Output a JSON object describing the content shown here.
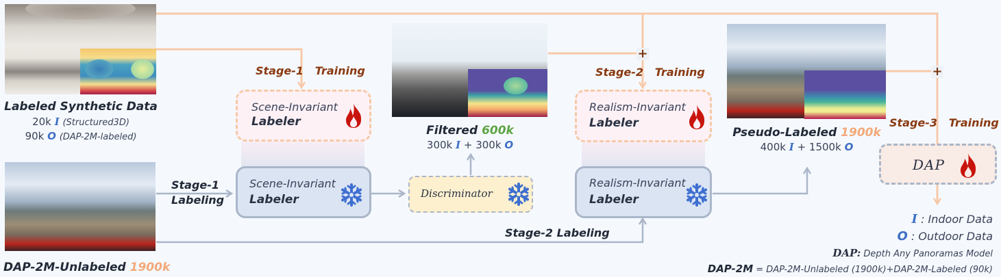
{
  "inputs": {
    "labeled_synthetic": {
      "title": "Labeled Synthetic Data",
      "line1_count": "20k",
      "line1_symbol": "I",
      "line1_note": "(Structured3D)",
      "line2_count": "90k",
      "line2_symbol": "O",
      "line2_note": "(DAP-2M-labeled)"
    },
    "unlabeled": {
      "title": "DAP-2M-Unlabeled",
      "count": "1900k"
    }
  },
  "stages": {
    "stage1_training": {
      "stage": "Stage-1",
      "word": "Training"
    },
    "stage2_training": {
      "stage": "Stage-2",
      "word": "Training"
    },
    "stage3_training": {
      "stage": "Stage-3",
      "word": "Training"
    },
    "stage1_labeling": {
      "line1": "Stage-1",
      "line2": "Labeling"
    },
    "stage2_labeling": {
      "label": "Stage-2 Labeling"
    }
  },
  "modules": {
    "scene_train": {
      "top": "Scene-Invariant",
      "bottom": "Labeler",
      "state": "trainable",
      "icon": "flame-icon"
    },
    "scene_frozen": {
      "top": "Scene-Invariant",
      "bottom": "Labeler",
      "state": "frozen",
      "icon": "snowflake-icon"
    },
    "discriminator": {
      "label": "Discriminator",
      "state": "frozen",
      "icon": "snowflake-icon"
    },
    "realism_train": {
      "top": "Realism-Invariant",
      "bottom": "Labeler",
      "state": "trainable",
      "icon": "flame-icon"
    },
    "realism_frozen": {
      "top": "Realism-Invariant",
      "bottom": "Labeler",
      "state": "frozen",
      "icon": "snowflake-icon"
    },
    "dap": {
      "label": "DAP",
      "state": "trainable",
      "icon": "flame-icon"
    }
  },
  "outputs": {
    "filtered": {
      "title": "Filtered",
      "count": "600k",
      "i_count": "300k",
      "i_symbol": "I",
      "plus": "+",
      "o_count": "300k",
      "o_symbol": "O"
    },
    "pseudo": {
      "title": "Pseudo-Labeled",
      "count": "1900k",
      "i_count": "400k",
      "i_symbol": "I",
      "plus": "+",
      "o_count": "1500k",
      "o_symbol": "O"
    }
  },
  "merge_symbol": "+",
  "legend": {
    "indoor_symbol": "I",
    "indoor_text": ": Indoor Data",
    "outdoor_symbol": "O",
    "outdoor_text": ": Outdoor Data",
    "dap_key": "DAP:",
    "dap_text": "Depth Any Panoramas Model",
    "dap2m_key": "DAP-2M",
    "dap2m_text": "= DAP-2M-Unlabeled (1900k)+DAP-2M-Labeled (90k)"
  },
  "colors": {
    "training_line": "#f8c9a8",
    "labeling_line": "#aab6c8",
    "stage_training_text": "#8a3a12",
    "symbol_blue": "#3e6fc4",
    "count_orange": "#f3a97a",
    "count_green": "#5ea544",
    "flame": "#c8140c",
    "snowflake": "#3e6fd0"
  }
}
